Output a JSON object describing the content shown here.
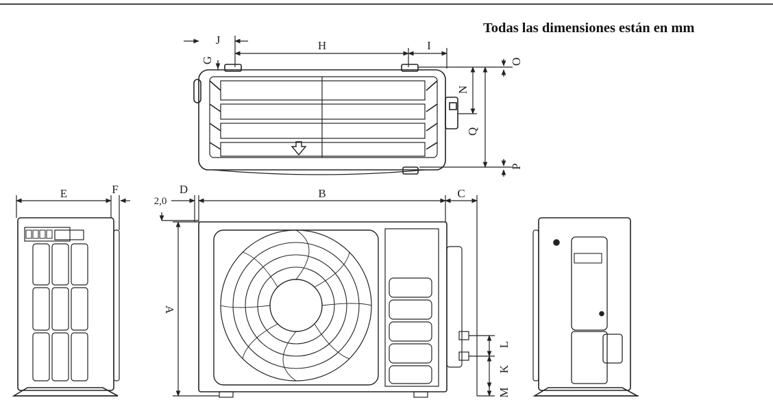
{
  "note": "Todas las dimensiones están en mm",
  "labels": {
    "A": "A",
    "B": "B",
    "C": "C",
    "D": "D",
    "E": "E",
    "F": "F",
    "G": "G",
    "H": "H",
    "I": "I",
    "J": "J",
    "K": "K",
    "L": "L",
    "M": "M",
    "N": "N",
    "O": "O",
    "P": "P",
    "Q": "Q",
    "d20": "2,0"
  }
}
